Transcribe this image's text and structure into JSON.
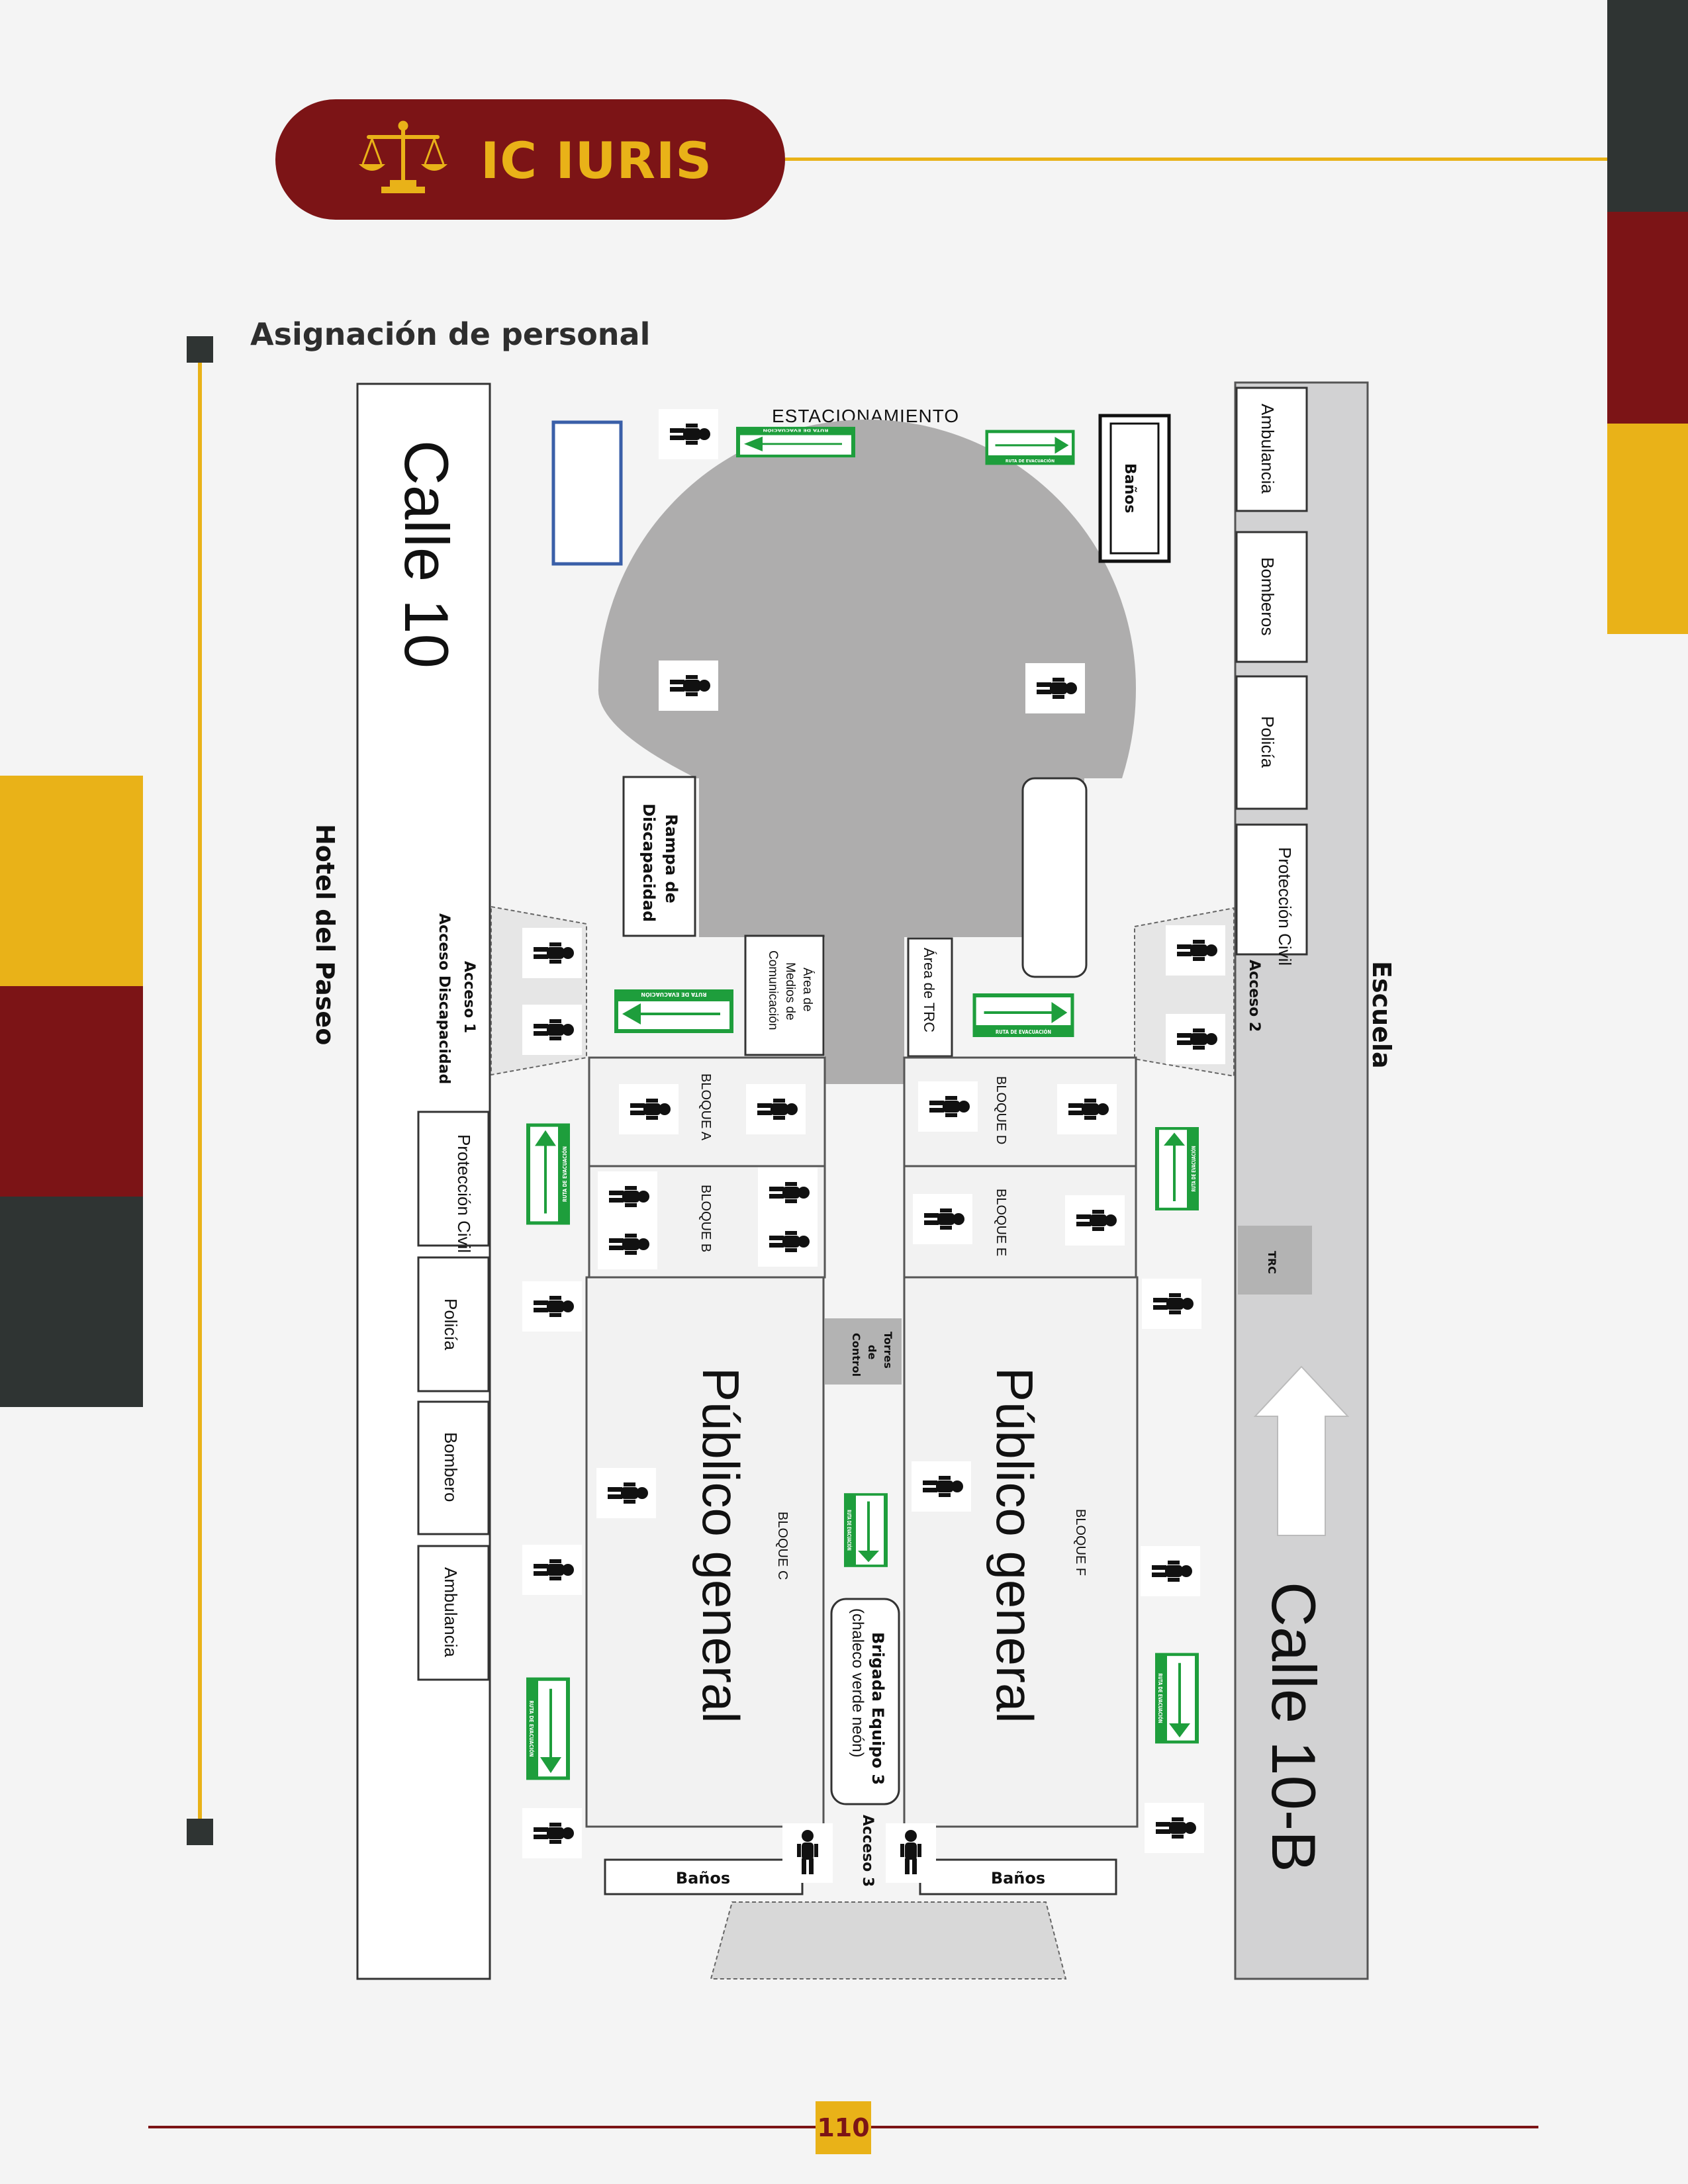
{
  "header": {
    "brand": "IC IURIS",
    "brand_icon": "scales-of-justice-icon"
  },
  "section_title": "Asignación de personal",
  "page_number": "110",
  "colors": {
    "maroon": "#7c1416",
    "gold": "#e9b218",
    "charcoal": "#2f3433",
    "evacuation_green": "#1e9e3c"
  },
  "map": {
    "parking_label": "ESTACIONAMIENTO",
    "streets": {
      "left": "Calle 10",
      "right": "Calle 10-B"
    },
    "neighbors": {
      "left": "Hotel del Paseo",
      "right": "Escuela"
    },
    "top_restroom": "Baños",
    "right_services": [
      "Ambulancia",
      "Bomberos",
      "Policía",
      "Protección Civil"
    ],
    "left_services": [
      "Protección Civil",
      "Policía",
      "Bombero",
      "Ambulancia"
    ],
    "accesses": {
      "access1_line1": "Acceso 1",
      "access1_line2": "Acceso Discapacidad",
      "access2": "Acceso 2",
      "access3": "Acceso 3"
    },
    "ramp": {
      "line1": "Rampa de",
      "line2": "Discapacidad"
    },
    "media_area": {
      "line1": "Área de",
      "line2": "Medios de",
      "line3": "Comunicación"
    },
    "trc_area": "Área de TRC",
    "trc_box": "TRC",
    "control_tower": {
      "line1": "Torres",
      "line2": "de",
      "line3": "Control"
    },
    "blocks": {
      "a": "BLOQUE A",
      "b": "BLOQUE B",
      "c": "BLOQUE C",
      "d": "BLOQUE D",
      "e": "BLOQUE E",
      "f": "BLOQUE F"
    },
    "public_label": "Público general",
    "brigade": {
      "line1": "Brigada Equipo 3",
      "line2": "(chaleco verde neón)"
    },
    "bottom_restrooms": [
      "Baños",
      "Baños"
    ],
    "evac_sign_text": "RUTA DE EVACUACIÓN",
    "icons": {
      "person": "person-icon",
      "arrow": "evacuation-arrow-icon"
    }
  }
}
